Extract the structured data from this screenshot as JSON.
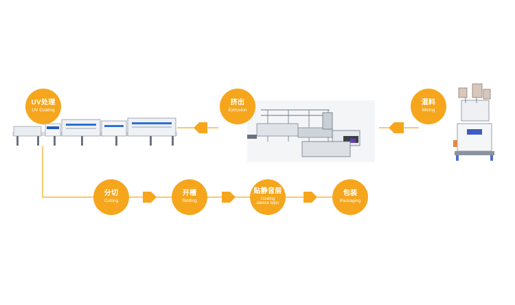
{
  "steps": {
    "uv": {
      "zh": "UV处理",
      "en": "UV Coating"
    },
    "extrusion": {
      "zh": "挤出",
      "en": "Extrusion"
    },
    "mixing": {
      "zh": "混料",
      "en": "Mixing"
    },
    "cutting": {
      "zh": "分切",
      "en": "Cutting"
    },
    "slotting": {
      "zh": "开槽",
      "en": "Slotting"
    },
    "coating": {
      "zh": "贴静音层",
      "en": "Coating silence layer"
    },
    "packaging": {
      "zh": "包装",
      "en": "Packaging"
    }
  },
  "colors": {
    "accent": "#f5a61d",
    "connector": "#f5a61d",
    "background": "#ffffff"
  }
}
